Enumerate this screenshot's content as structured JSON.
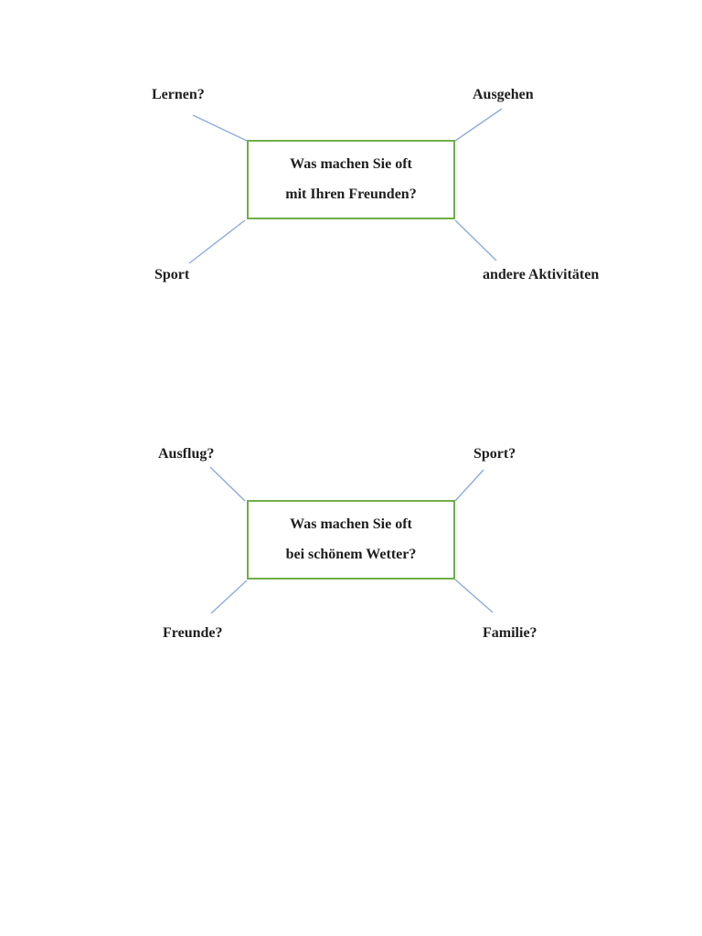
{
  "colors": {
    "box_border": "#70ad47",
    "connector": "#8faadc",
    "text_color": "#1f1f1f",
    "page_bg": "#ffffff"
  },
  "diagrams": [
    {
      "id": "freunde",
      "center": {
        "line1": "Was machen Sie oft",
        "line2": "mit Ihren Freunden?"
      },
      "labels": {
        "top_left": "Lernen?",
        "top_right": "Ausgehen",
        "bottom_left": "Sport",
        "bottom_right": "andere Aktivitäten"
      }
    },
    {
      "id": "wetter",
      "center": {
        "line1": "Was machen Sie oft",
        "line2": "bei schönem Wetter?"
      },
      "labels": {
        "top_left": "Ausflug?",
        "top_right": "Sport?",
        "bottom_left": "Freunde?",
        "bottom_right": "Familie?"
      }
    }
  ]
}
